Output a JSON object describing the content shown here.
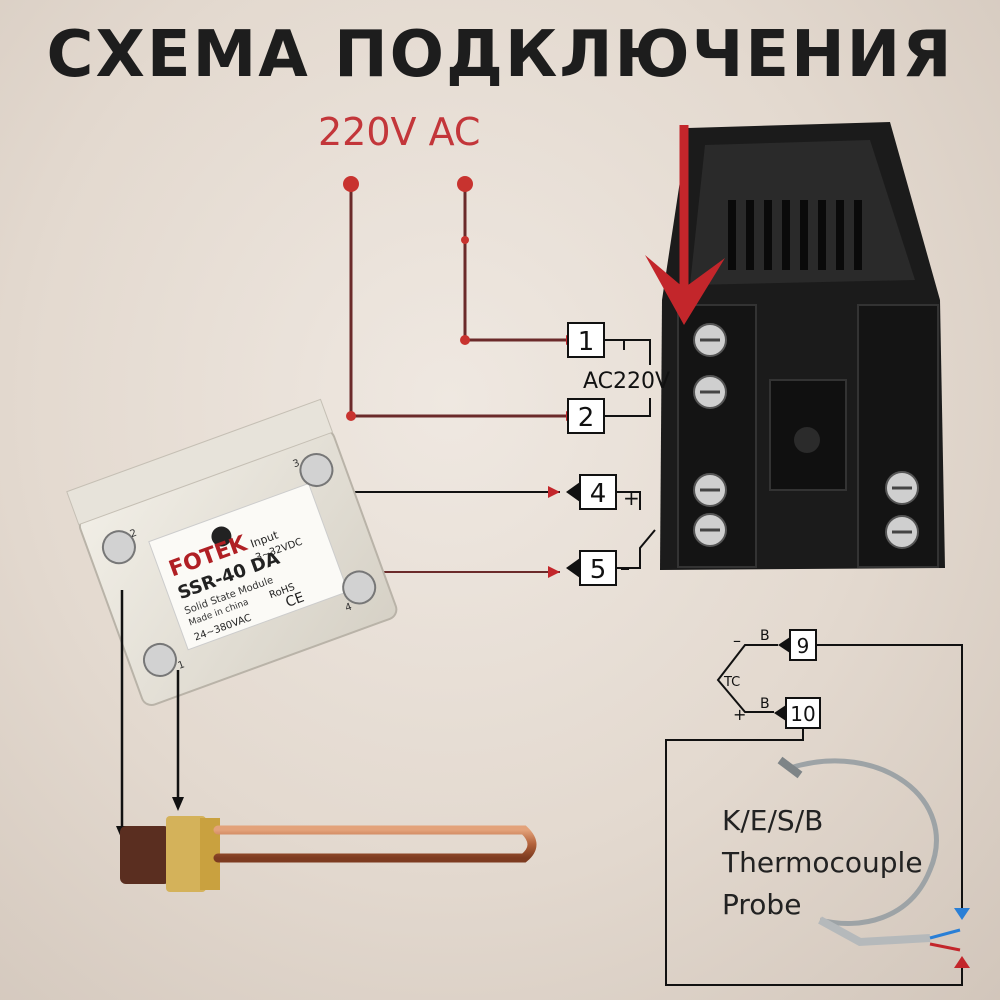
{
  "title": "СХЕМА ПОДКЛЮЧЕНИЯ",
  "supply_label": "220V AC",
  "controller": {
    "ac_label": "AC220V",
    "terminals": [
      "1",
      "2",
      "4",
      "5",
      "9",
      "10"
    ],
    "ssr_polarity": [
      "+",
      "–"
    ],
    "tc_polarity": [
      "–",
      "+"
    ],
    "tc_symbol": "TC",
    "tc_wire_labels": [
      "B",
      "B"
    ]
  },
  "ssr": {
    "brand": "FOTEK",
    "model": "SSR-40 DA",
    "subtitle": "Solid State Module",
    "made": "Made in china",
    "input_label": "Input",
    "input_range": "3~32VDC",
    "load_range": "24~380VAC",
    "rohs": "RoHS",
    "terminal_numbers": [
      "1",
      "2",
      "3",
      "4"
    ],
    "ce": "CE"
  },
  "thermocouple": {
    "lines": [
      "K/E/S/B",
      "Thermocouple",
      "Probe"
    ]
  },
  "colors": {
    "arrow_red": "#c3262b",
    "dot_red": "#c8332f",
    "wire": "#6b2a2a",
    "black_line": "#111111"
  }
}
